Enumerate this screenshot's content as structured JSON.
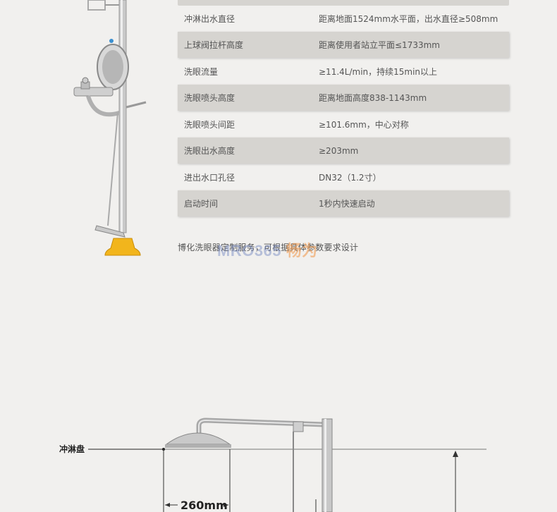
{
  "spec_rows": [
    {
      "label": "冲淋出水直径",
      "value": "距离地面1524mm水平面，出水直径≥508mm",
      "shaded": false
    },
    {
      "label": "上球阀拉杆高度",
      "value": "距离使用者站立平面≤1733mm",
      "shaded": true
    },
    {
      "label": "洗眼流量",
      "value": "≥11.4L/min，持续15min以上",
      "shaded": false
    },
    {
      "label": "洗眼喷头高度",
      "value": "距离地面高度838-1143mm",
      "shaded": true
    },
    {
      "label": "洗眼喷头间距",
      "value": "≥101.6mm，中心对称",
      "shaded": false
    },
    {
      "label": "洗眼出水高度",
      "value": "≥203mm",
      "shaded": true
    },
    {
      "label": "进出水口孔径",
      "value": "DN32（1.2寸）",
      "shaded": false
    },
    {
      "label": "启动时间",
      "value": "1秒内快速启动",
      "shaded": true
    }
  ],
  "note": "博化洗眼器定制服务，可根据具体参数要求设计",
  "watermark": {
    "blue": "MRO365",
    "orange": "畅为"
  },
  "drawing": {
    "shower_label": "冲淋盘",
    "width_dimension": "260mm"
  },
  "colors": {
    "background": "#f1f0ee",
    "row_shade": "#d6d4d0",
    "pedal_yellow": "#f2b51c"
  }
}
